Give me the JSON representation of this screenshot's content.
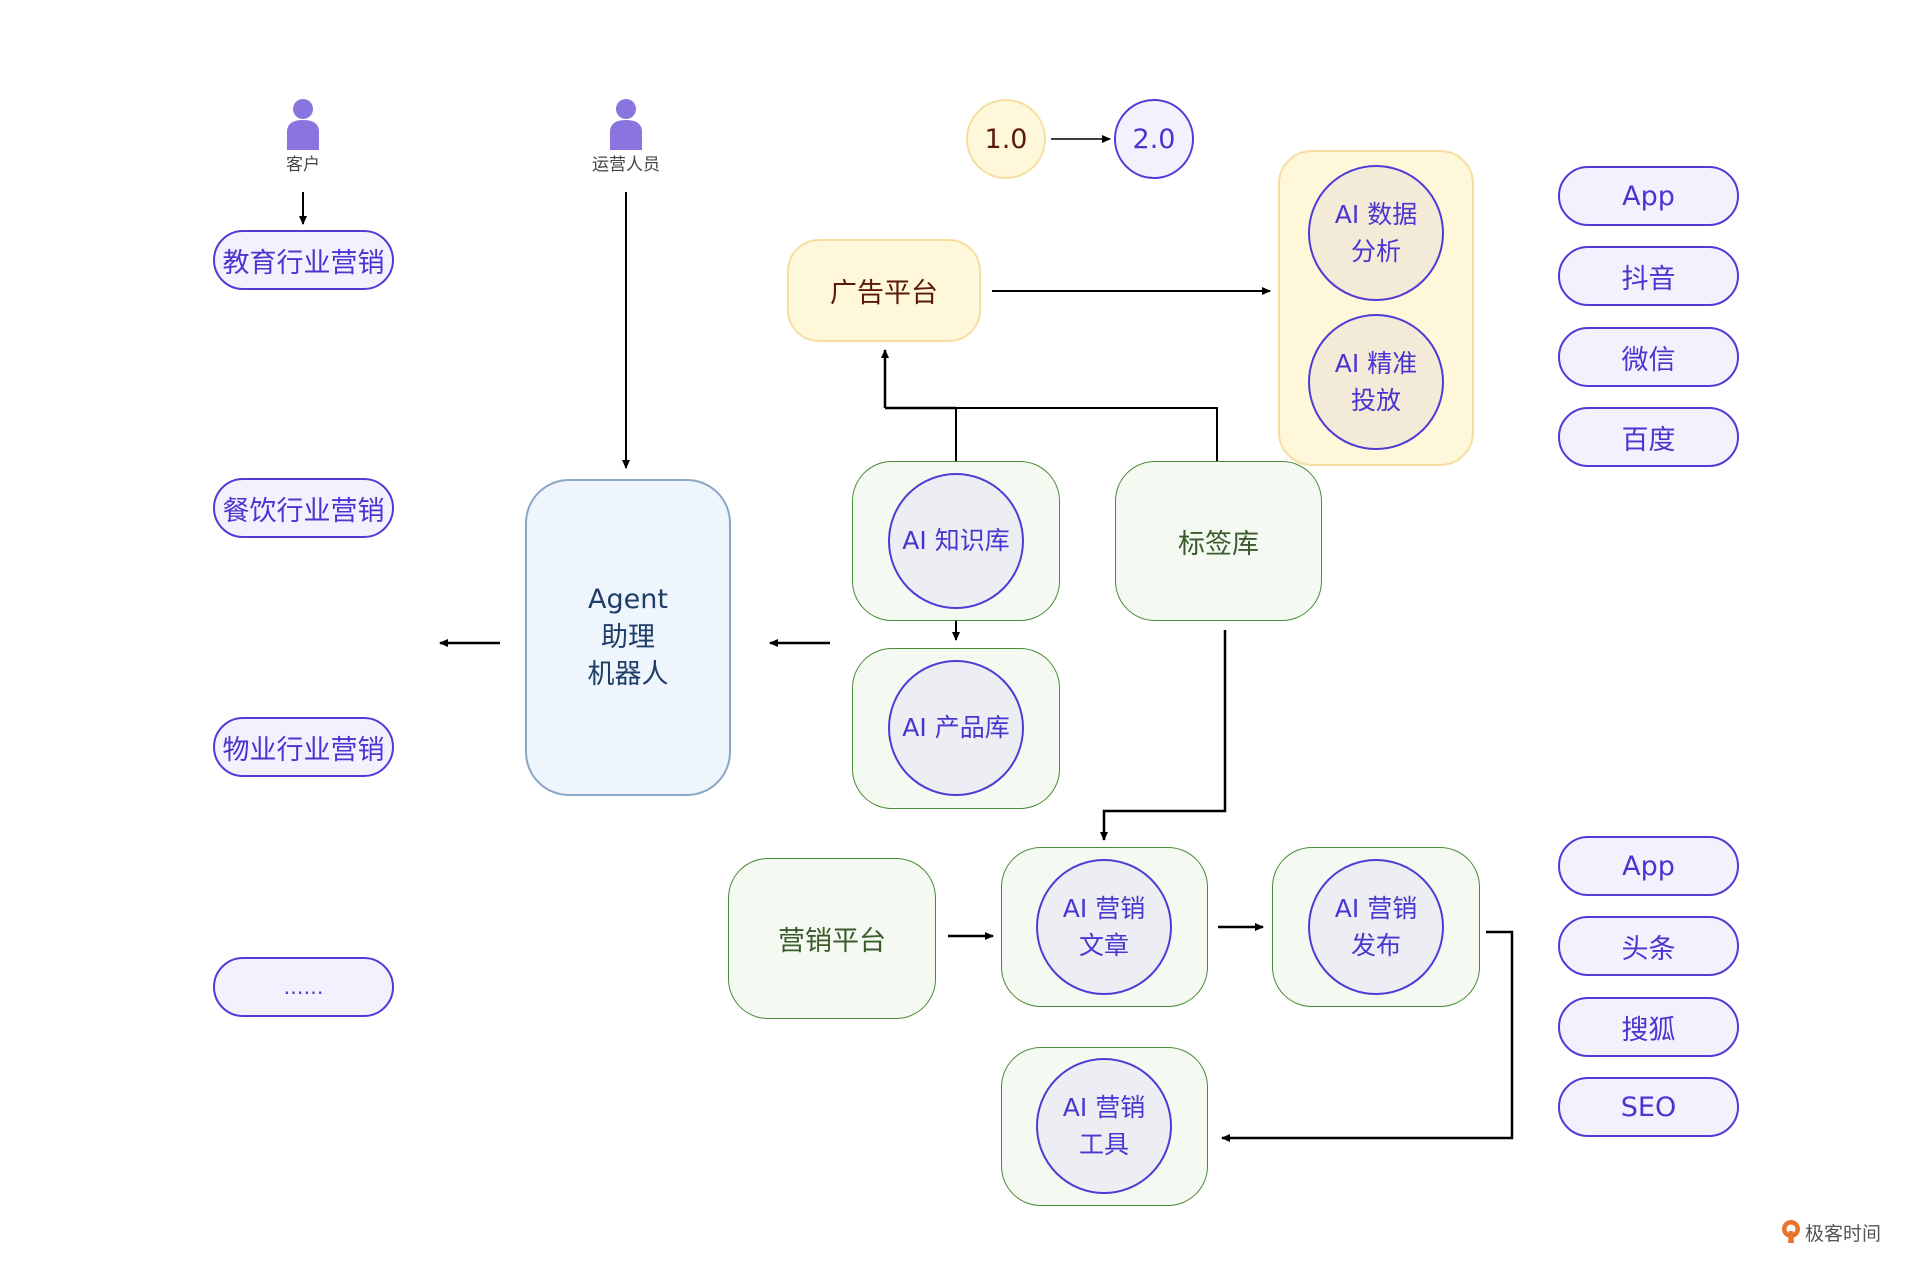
{
  "actors": {
    "customer": {
      "label": "客户",
      "icon": "person-icon"
    },
    "operator": {
      "label": "运营人员",
      "icon": "person-icon"
    }
  },
  "industries": [
    "教育行业营销",
    "餐饮行业营销",
    "物业行业营销",
    "……"
  ],
  "agent": {
    "line1": "Agent",
    "line2": "助理",
    "line3": "机器人"
  },
  "versions": {
    "v1": "1.0",
    "v2": "2.0"
  },
  "ad_platform": {
    "label": "广告平台"
  },
  "ad_capabilities": [
    {
      "line1": "AI 数据",
      "line2": "分析"
    },
    {
      "line1": "AI 精准",
      "line2": "投放"
    }
  ],
  "ad_channels": [
    "App",
    "抖音",
    "微信",
    "百度"
  ],
  "knowledge_base": {
    "label": "AI 知识库"
  },
  "product_base": {
    "label": "AI 产品库"
  },
  "tag_base": {
    "label": "标签库"
  },
  "marketing_platform": {
    "label": "营销平台"
  },
  "marketing_modules": {
    "article": {
      "line1": "AI 营销",
      "line2": "文章"
    },
    "publish": {
      "line1": "AI 营销",
      "line2": "发布"
    },
    "tools": {
      "line1": "AI 营销",
      "line2": "工具"
    }
  },
  "marketing_channels": [
    "App",
    "头条",
    "搜狐",
    "SEO"
  ],
  "watermark": {
    "text": "极客时间"
  },
  "colors": {
    "purple_stroke": "#4f3bd6",
    "purple_text": "#4a35cf",
    "purple_fill": "#f3f1fd",
    "person": "#8a75e0",
    "yellow_fill": "#fff7d9",
    "yellow_stroke": "#f5dea0",
    "green_fill": "#f4faf1",
    "green_stroke": "#4a8a3a",
    "agent_fill": "#eef5fd",
    "agent_stroke": "#8aa6c4",
    "brand_orange": "#e8742c"
  }
}
